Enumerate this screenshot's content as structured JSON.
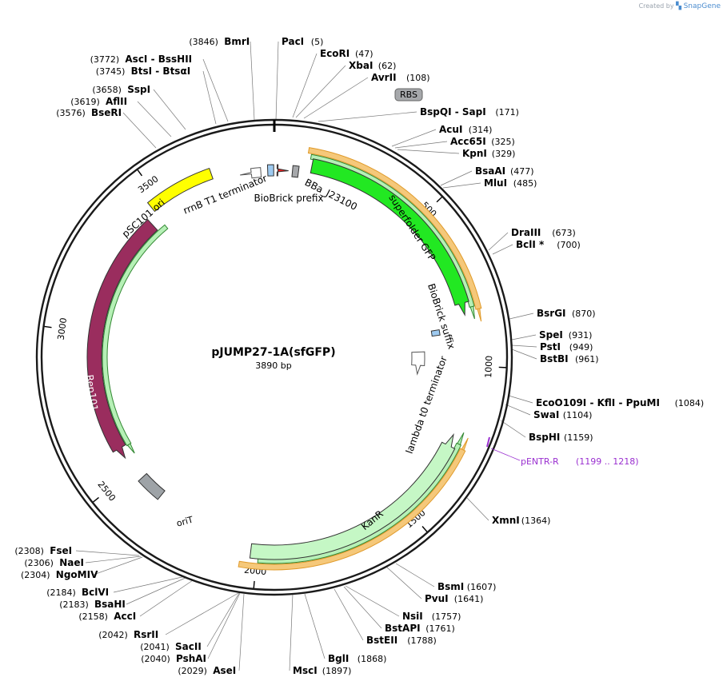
{
  "credit": {
    "created_by": "Created by",
    "brand": "SnapGene"
  },
  "plasmid": {
    "name": "pJUMP27-1A(sfGFP)",
    "length_label": "3890 bp",
    "length": 3890
  },
  "ticks": [
    "500",
    "1000",
    "1500",
    "2000",
    "2500",
    "3000",
    "3500"
  ],
  "features": [
    {
      "name": "superfolder GFP",
      "start": 120,
      "end": 837,
      "direction": "cw",
      "color": "#22e822"
    },
    {
      "name": "KanR",
      "start": 1225,
      "end": 2020,
      "direction": "ccw",
      "color": "#c5f7c5"
    },
    {
      "name": "Rep101",
      "start": 2550,
      "end": 3430,
      "direction": "ccw",
      "color": "#9a2d5e"
    },
    {
      "name": "pSC101 ori",
      "start": 3465,
      "end": 3685,
      "direction": "none",
      "color": "#ffff00"
    },
    {
      "name": "oriT",
      "start": 2370,
      "end": 2460,
      "direction": "none",
      "color": "#9ea3a7"
    },
    {
      "name": "rrnB T1 terminator",
      "start": 3775,
      "end": 3845,
      "direction": "ccw",
      "color": "#ffffff"
    },
    {
      "name": "BioBrick prefix",
      "start": 3868,
      "end": 3888,
      "direction": "none",
      "color": "#9ecaf0"
    },
    {
      "name": "BBa_J23100",
      "start": 12,
      "end": 47,
      "direction": "cw",
      "color": "#ee2020"
    },
    {
      "name": "RBS",
      "start": 60,
      "end": 80,
      "direction": "none",
      "color": "#a6a8ab"
    },
    {
      "name": "BioBrick suffix",
      "start": 870,
      "end": 890,
      "direction": "none",
      "color": "#9ecaf0"
    },
    {
      "name": "lambda t0 terminator",
      "start": 950,
      "end": 1045,
      "direction": "cw",
      "color": "#ffffff"
    }
  ],
  "primer": {
    "name": "pENTR-R",
    "range": "(1199 .. 1218)",
    "color": "#9a30d0"
  },
  "rbs_label": "RBS",
  "enzymes": [
    {
      "name": "BmrI",
      "pos": "(3846)"
    },
    {
      "name": "PacI",
      "pos": "(5)"
    },
    {
      "name": "EcoRI",
      "pos": "(47)"
    },
    {
      "name": "XbaI",
      "pos": "(62)"
    },
    {
      "name": "AvrII",
      "pos": "(108)"
    },
    {
      "name": "BspQI - SapI",
      "pos": "(171)"
    },
    {
      "name": "AcuI",
      "pos": "(314)"
    },
    {
      "name": "Acc65I",
      "pos": "(325)"
    },
    {
      "name": "KpnI",
      "pos": "(329)"
    },
    {
      "name": "BsaAI",
      "pos": "(477)"
    },
    {
      "name": "MluI",
      "pos": "(485)"
    },
    {
      "name": "DraIII",
      "pos": "(673)"
    },
    {
      "name": "BclI *",
      "pos": "(700)"
    },
    {
      "name": "BsrGI",
      "pos": "(870)"
    },
    {
      "name": "SpeI",
      "pos": "(931)"
    },
    {
      "name": "PstI",
      "pos": "(949)"
    },
    {
      "name": "BstBI",
      "pos": "(961)"
    },
    {
      "name": "EcoO109I - KflI - PpuMI",
      "pos": "(1084)"
    },
    {
      "name": "SwaI",
      "pos": "(1104)"
    },
    {
      "name": "BspHI",
      "pos": "(1159)"
    },
    {
      "name": "XmnI",
      "pos": "(1364)"
    },
    {
      "name": "BsmI",
      "pos": "(1607)"
    },
    {
      "name": "PvuI",
      "pos": "(1641)"
    },
    {
      "name": "NsiI",
      "pos": "(1757)"
    },
    {
      "name": "BstAPI",
      "pos": "(1761)"
    },
    {
      "name": "BstEII",
      "pos": "(1788)"
    },
    {
      "name": "BglI",
      "pos": "(1868)"
    },
    {
      "name": "MscI",
      "pos": "(1897)"
    },
    {
      "name": "AseI",
      "pos": "(2029)"
    },
    {
      "name": "PshAI",
      "pos": "(2040)"
    },
    {
      "name": "SacII",
      "pos": "(2041)"
    },
    {
      "name": "RsrII",
      "pos": "(2042)"
    },
    {
      "name": "AccI",
      "pos": "(2158)"
    },
    {
      "name": "BsaHI",
      "pos": "(2183)"
    },
    {
      "name": "BclVI",
      "pos": "(2184)"
    },
    {
      "name": "NgoMIV",
      "pos": "(2304)"
    },
    {
      "name": "NaeI",
      "pos": "(2306)"
    },
    {
      "name": "FseI",
      "pos": "(2308)"
    },
    {
      "name": "BseRI",
      "pos": "(3576)"
    },
    {
      "name": "AflII",
      "pos": "(3619)"
    },
    {
      "name": "SspI",
      "pos": "(3658)"
    },
    {
      "name": "BtsI - BtsαI",
      "pos": "(3745)"
    },
    {
      "name": "AscI - BssHII",
      "pos": "(3772)"
    }
  ]
}
